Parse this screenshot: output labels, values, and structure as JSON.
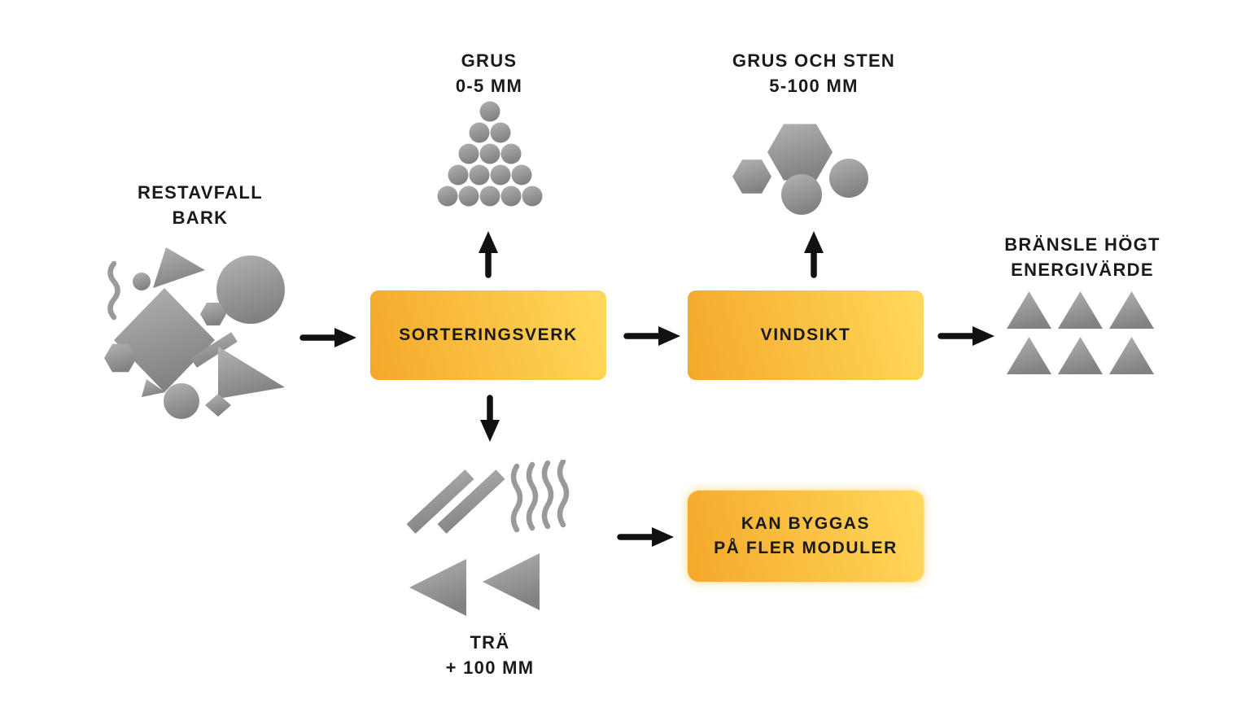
{
  "title": "Sorteringsprocess diagram",
  "colors": {
    "background": "#ffffff",
    "box_gradient_start": "#F5A82A",
    "box_gradient_end": "#FFD95C",
    "shape_gray_light": "#b3b3b3",
    "shape_gray_dark": "#828282",
    "arrow": "#111111",
    "text": "#1a1a1a"
  },
  "nodes": {
    "restavfall": {
      "line1": "RESTAVFALL",
      "line2": "BARK",
      "icon": "mixed-shapes-cluster"
    },
    "grus": {
      "line1": "GRUS",
      "line2": "0-5 MM",
      "icon": "gravel-pyramid"
    },
    "grus_och_sten": {
      "line1": "GRUS OCH STEN",
      "line2": "5-100 MM",
      "icon": "stones-cluster"
    },
    "sorteringsverk": {
      "label": "SORTERINGSVERK"
    },
    "vindsikt": {
      "label": "VINDSIKT"
    },
    "bransle": {
      "line1": "BRÄNSLE HÖGT",
      "line2": "ENERGIVÄRDE",
      "icon": "triangles-grid"
    },
    "tra": {
      "line1": "TRÄ",
      "line2": "+ 100 MM",
      "icon": "wood-shapes"
    },
    "moduler": {
      "line1": "KAN BYGGAS",
      "line2": "PÅ FLER MODULER"
    }
  },
  "arrows": [
    {
      "from": "restavfall",
      "to": "sorteringsverk",
      "direction": "right"
    },
    {
      "from": "sorteringsverk",
      "to": "grus",
      "direction": "up"
    },
    {
      "from": "sorteringsverk",
      "to": "vindsikt",
      "direction": "right"
    },
    {
      "from": "vindsikt",
      "to": "grus_och_sten",
      "direction": "up"
    },
    {
      "from": "vindsikt",
      "to": "bransle",
      "direction": "right"
    },
    {
      "from": "sorteringsverk",
      "to": "tra",
      "direction": "down"
    },
    {
      "from": "tra",
      "to": "moduler",
      "direction": "right"
    }
  ]
}
